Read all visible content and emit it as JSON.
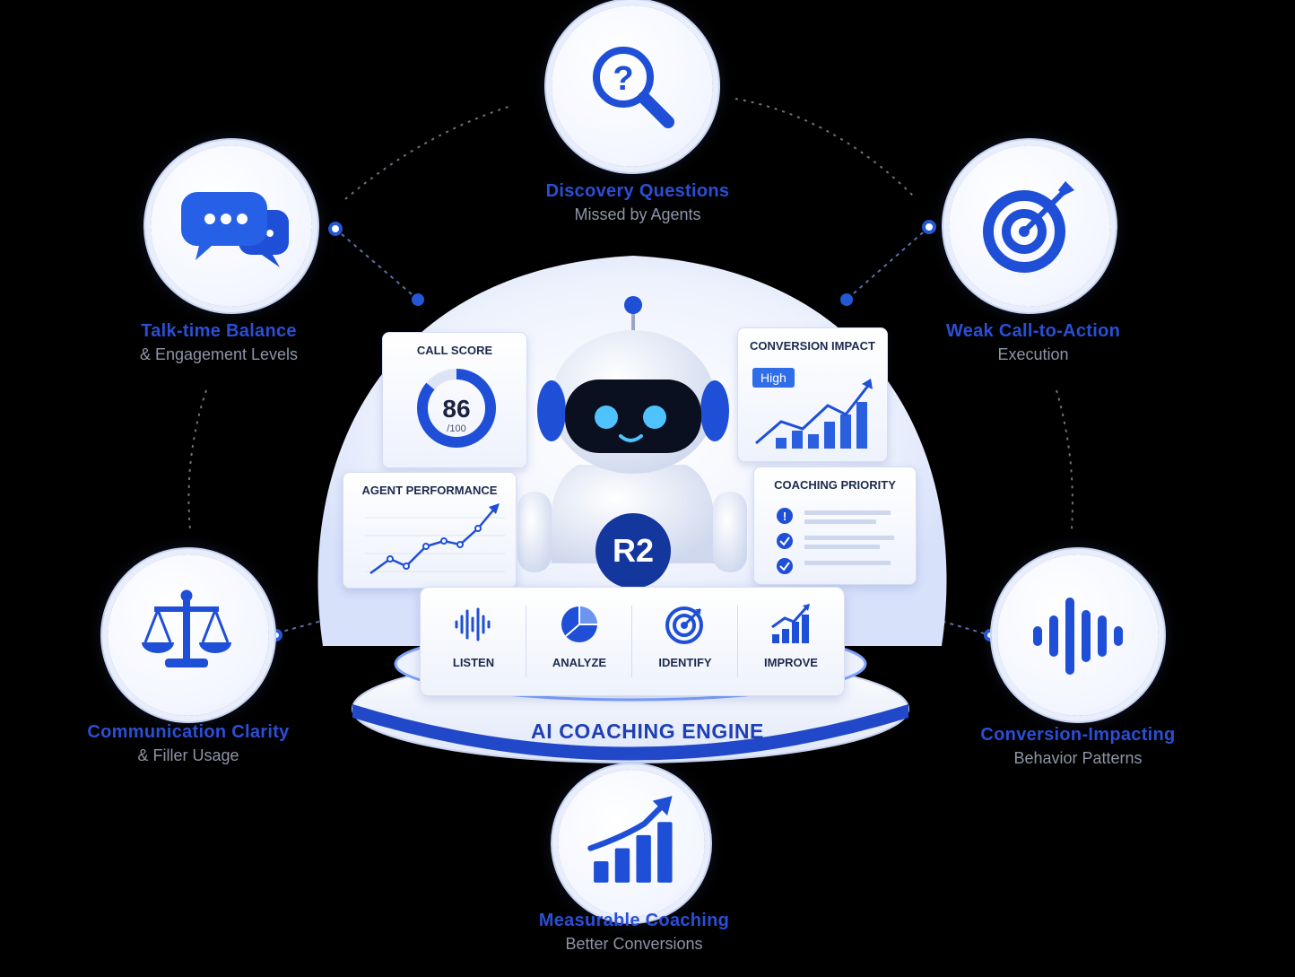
{
  "engine": {
    "label": "AI COACHING ENGINE",
    "robot_badge": "R2",
    "steps": [
      {
        "label": "LISTEN",
        "icon": "waveform-icon"
      },
      {
        "label": "ANALYZE",
        "icon": "pie-chart-icon"
      },
      {
        "label": "IDENTIFY",
        "icon": "target-icon"
      },
      {
        "label": "IMPROVE",
        "icon": "bar-growth-icon"
      }
    ]
  },
  "cards": {
    "call_score": {
      "title": "CALL SCORE",
      "value": "86",
      "max": "/100",
      "fraction": 0.86
    },
    "conversion_impact": {
      "title": "CONVERSION IMPACT",
      "badge": "High"
    },
    "agent_performance": {
      "title": "AGENT PERFORMANCE"
    },
    "coaching_priority": {
      "title": "COACHING PRIORITY"
    }
  },
  "nodes": [
    {
      "key": "discovery",
      "title": "Discovery Questions",
      "subtitle": "Missed by Agents",
      "icon": "magnifier-question-icon"
    },
    {
      "key": "talktime",
      "title": "Talk-time Balance",
      "subtitle": "& Engagement Levels",
      "icon": "chat-bubbles-icon"
    },
    {
      "key": "cta",
      "title": "Weak Call-to-Action",
      "subtitle": "Execution",
      "icon": "target-arrow-icon"
    },
    {
      "key": "clarity",
      "title": "Communication Clarity",
      "subtitle": "& Filler Usage",
      "icon": "scale-icon"
    },
    {
      "key": "patterns",
      "title": "Conversion-Impacting",
      "subtitle": "Behavior Patterns",
      "icon": "sound-wave-icon"
    },
    {
      "key": "measurable",
      "title": "Measurable Coaching",
      "subtitle": "Better Conversions",
      "icon": "growth-chart-icon"
    }
  ],
  "colors": {
    "primary": "#2457d6",
    "accent": "#2f6ee8",
    "title_text": "#2a4fd6",
    "subtitle_text": "#8e95a6",
    "background": "#000000"
  }
}
